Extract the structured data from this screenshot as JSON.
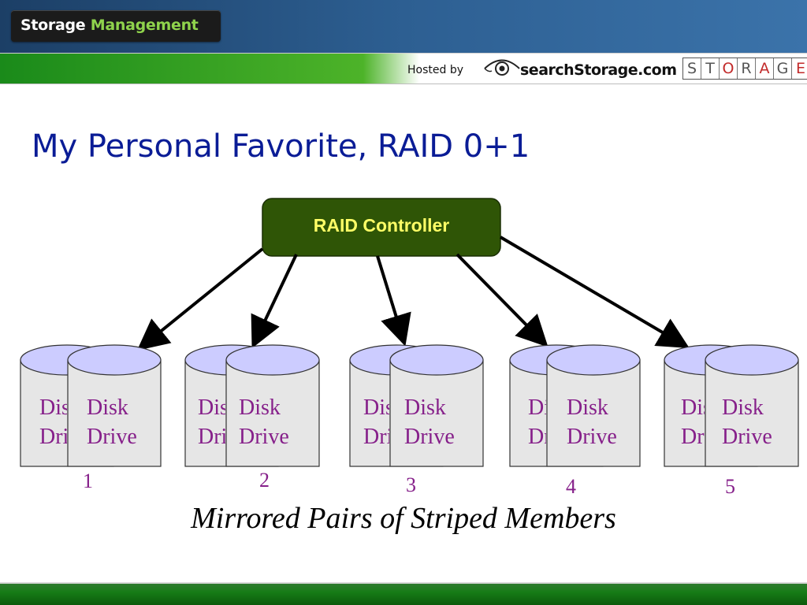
{
  "header": {
    "brand_word1": "Storage",
    "brand_word2": "Management",
    "hosted_by": "Hosted by",
    "partner_site": "searchStorage.com",
    "partner_logo_letters": [
      "S",
      "T",
      "O",
      "R",
      "A",
      "G",
      "E"
    ]
  },
  "slide": {
    "title": "My Personal Favorite, RAID 0+1",
    "caption": "Mirrored Pairs of Striped Members"
  },
  "diagram": {
    "controller_label": "RAID Controller",
    "drive_label_line1": "Disk",
    "drive_label_line2": "Drive",
    "pairs": [
      {
        "number": "1"
      },
      {
        "number": "2"
      },
      {
        "number": "3"
      },
      {
        "number": "4"
      },
      {
        "number": "5"
      }
    ]
  },
  "colors": {
    "title": "#0a1c96",
    "drive_text": "#86208a",
    "controller_fill": "#2f5506",
    "controller_text": "#ffff66",
    "cylinder_top": "#ccccff",
    "cylinder_body": "#e6e6e6",
    "header_blue": "#2d5f92",
    "header_green": "#4db329"
  },
  "icons": {
    "partner_logo": "eye-icon"
  }
}
